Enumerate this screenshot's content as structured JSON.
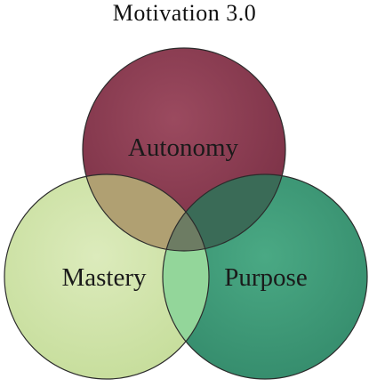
{
  "diagram": {
    "title": "Motivation 3.0",
    "circles": [
      {
        "label": "Autonomy",
        "color": "#8c3d52"
      },
      {
        "label": "Mastery",
        "color": "#cfe3a8"
      },
      {
        "label": "Purpose",
        "color": "#3f9c78"
      }
    ],
    "overlaps": {
      "autonomy_mastery": "#b0a072",
      "autonomy_purpose": "#3a6b57",
      "mastery_purpose": "#93d69a",
      "center": "#6d7c63"
    }
  }
}
